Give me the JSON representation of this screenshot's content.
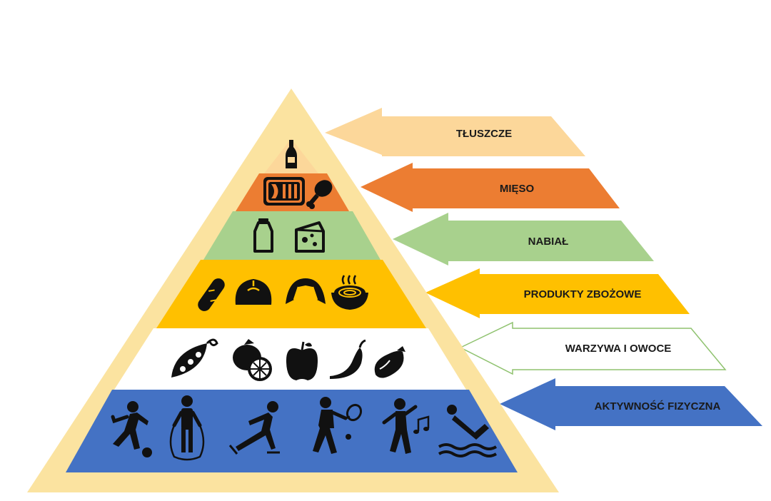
{
  "pyramid": {
    "frame_color": "#fbe3a0",
    "tiers": [
      {
        "key": "fats",
        "label": "TŁUSZCZE",
        "color": "#fcd79a",
        "icons": [
          "bottle-icon"
        ]
      },
      {
        "key": "meat",
        "label": "MIĘSO",
        "color": "#ec7d32",
        "icons": [
          "fish-tin-icon",
          "chicken-leg-icon"
        ]
      },
      {
        "key": "dairy",
        "label": "NABIAŁ",
        "color": "#a8d18d",
        "icons": [
          "milk-bottle-icon",
          "cheese-icon"
        ]
      },
      {
        "key": "grains",
        "label": "PRODUKTY ZBOŻOWE",
        "color": "#ffc000",
        "icons": [
          "baguette-icon",
          "bun-icon",
          "croissant-icon",
          "pasta-bowl-icon"
        ]
      },
      {
        "key": "produce",
        "label": "WARZYWA I OWOCE",
        "color": "#ffffff",
        "arrow_stroke": "#8fc26f",
        "icons": [
          "pea-pod-icon",
          "lemon-icon",
          "apple-icon",
          "chili-icon",
          "eggplant-icon"
        ]
      },
      {
        "key": "activity",
        "label": "AKTYWNOŚĆ FIZYCZNA",
        "color": "#4472c4",
        "icons": [
          "football-player-icon",
          "jump-rope-icon",
          "skater-icon",
          "tennis-player-icon",
          "dancer-icon",
          "swimmer-icon"
        ]
      }
    ]
  }
}
